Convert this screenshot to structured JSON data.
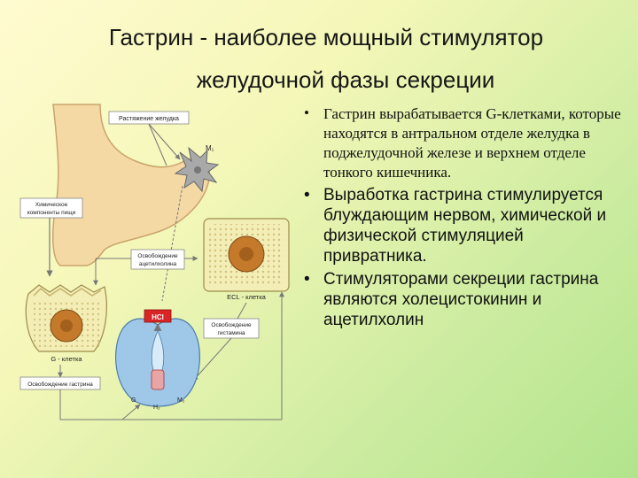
{
  "title": {
    "line1": "Гастрин - наиболее мощный стимулятор",
    "line2": "желудочной фазы секреции"
  },
  "bullets": [
    "Гастрин вырабатывается G-клетками, которые находятся в антральном отделе желудка в поджелудочной железе и верхнем отделе тонкого кишечника.",
    "Выработка гастрина стимулируется блуждающим нервом, химической и физической стимуляцией привратника.",
    "Стимуляторами секреции гастрина являются холецистокинин и ацетилхолин"
  ],
  "bullet_glyph": "•",
  "diagram": {
    "stomach_distension": "Растяжение желудка",
    "m1_top": "M₁",
    "chemical_line1": "Химическое",
    "chemical_line2": "компоненты пищи",
    "ach_line1": "Освобождение",
    "ach_line2": "ацетилхолина",
    "g_cell": "G - клетка",
    "ecl_cell": "ECL - клетка",
    "hcl": "HCl",
    "histamine_line1": "Освобождение",
    "histamine_line2": "гистамина",
    "gastrin_release": "Освобождение гастрина",
    "receptor_g": "G",
    "receptor_h2": "H₂",
    "receptor_m1": "M₁"
  },
  "colors": {
    "stomach": "#f5d9a5",
    "cell": "#f3edb6",
    "nucleus": "#c47a2a",
    "parietal": "#9ec7e8",
    "hcl_box": "#d92525",
    "arrow": "#777777"
  }
}
